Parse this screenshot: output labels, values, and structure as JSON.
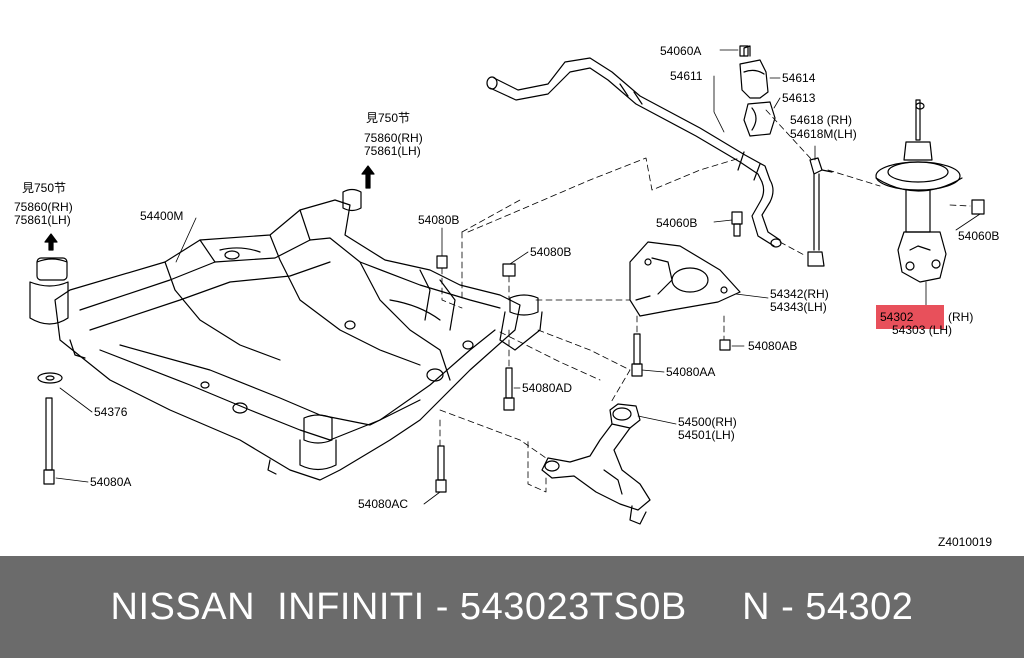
{
  "labels": {
    "p54060A": "54060A",
    "p54611": "54611",
    "p54614": "54614",
    "p54613": "54613",
    "p54618": "54618 (RH)",
    "p54618M": "54618M(LH)",
    "ref1_title": "見750节",
    "ref1_rh": "75860(RH)",
    "ref1_lh": "75861(LH)",
    "ref2_title": "見750节",
    "ref2_rh": "75860(RH)",
    "ref2_lh": "75861(LH)",
    "p54400M": "54400M",
    "p54080B_1": "54080B",
    "p54080B_2": "54080B",
    "p54060B_1": "54060B",
    "p54060B_2": "54060B",
    "p54342": "54342(RH)",
    "p54343": "54343(LH)",
    "p54302": "54302",
    "p54302_rh": "(RH)",
    "p54303": "54303 (LH)",
    "p54080AB": "54080AB",
    "p54080AA": "54080AA",
    "p54080AD": "54080AD",
    "p54376": "54376",
    "p54500": "54500(RH)",
    "p54501": "54501(LH)",
    "p54080A": "54080A",
    "p54080AC": "54080AC",
    "diagram_code": "Z4010019"
  },
  "colors": {
    "highlight": "#e8505b",
    "footer_bg": "#6b6b6b",
    "footer_text": "#ffffff"
  },
  "footer": {
    "text": "NISSAN  INFINITI - 543023TS0B     N - 54302"
  }
}
